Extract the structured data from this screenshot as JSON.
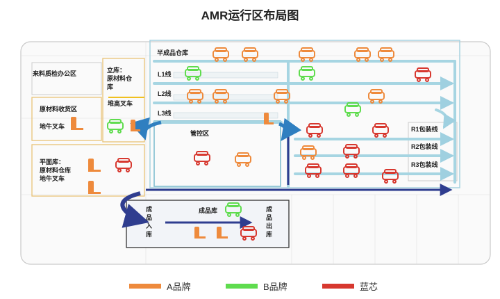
{
  "title": "AMR运行区布局图",
  "areas": {
    "incoming_office": "来料质检办公区",
    "raw_receiving": "原材料收货区",
    "pallet_truck": "地牛叉车",
    "vertical_store": "立库：\n原材料仓\n库",
    "stacker": "堆高叉车",
    "flat_store": "平面库：\n原材料仓库\n地牛叉车",
    "semi_store": "半成品仓库",
    "line_l1": "L1线",
    "line_l2": "L2线",
    "line_l3": "L3线",
    "control_zone": "管控区",
    "pack_r1": "R1包装线",
    "pack_r2": "R2包装线",
    "pack_r3": "R3包装线",
    "fg_in": "成品入库",
    "fg_store": "成品库",
    "fg_out": "成品出库"
  },
  "legend": [
    {
      "label": "A品牌",
      "color": "#ee8a3c"
    },
    {
      "label": "B品牌",
      "color": "#5fdc4e"
    },
    {
      "label": "蓝芯",
      "color": "#d7382f"
    }
  ]
}
